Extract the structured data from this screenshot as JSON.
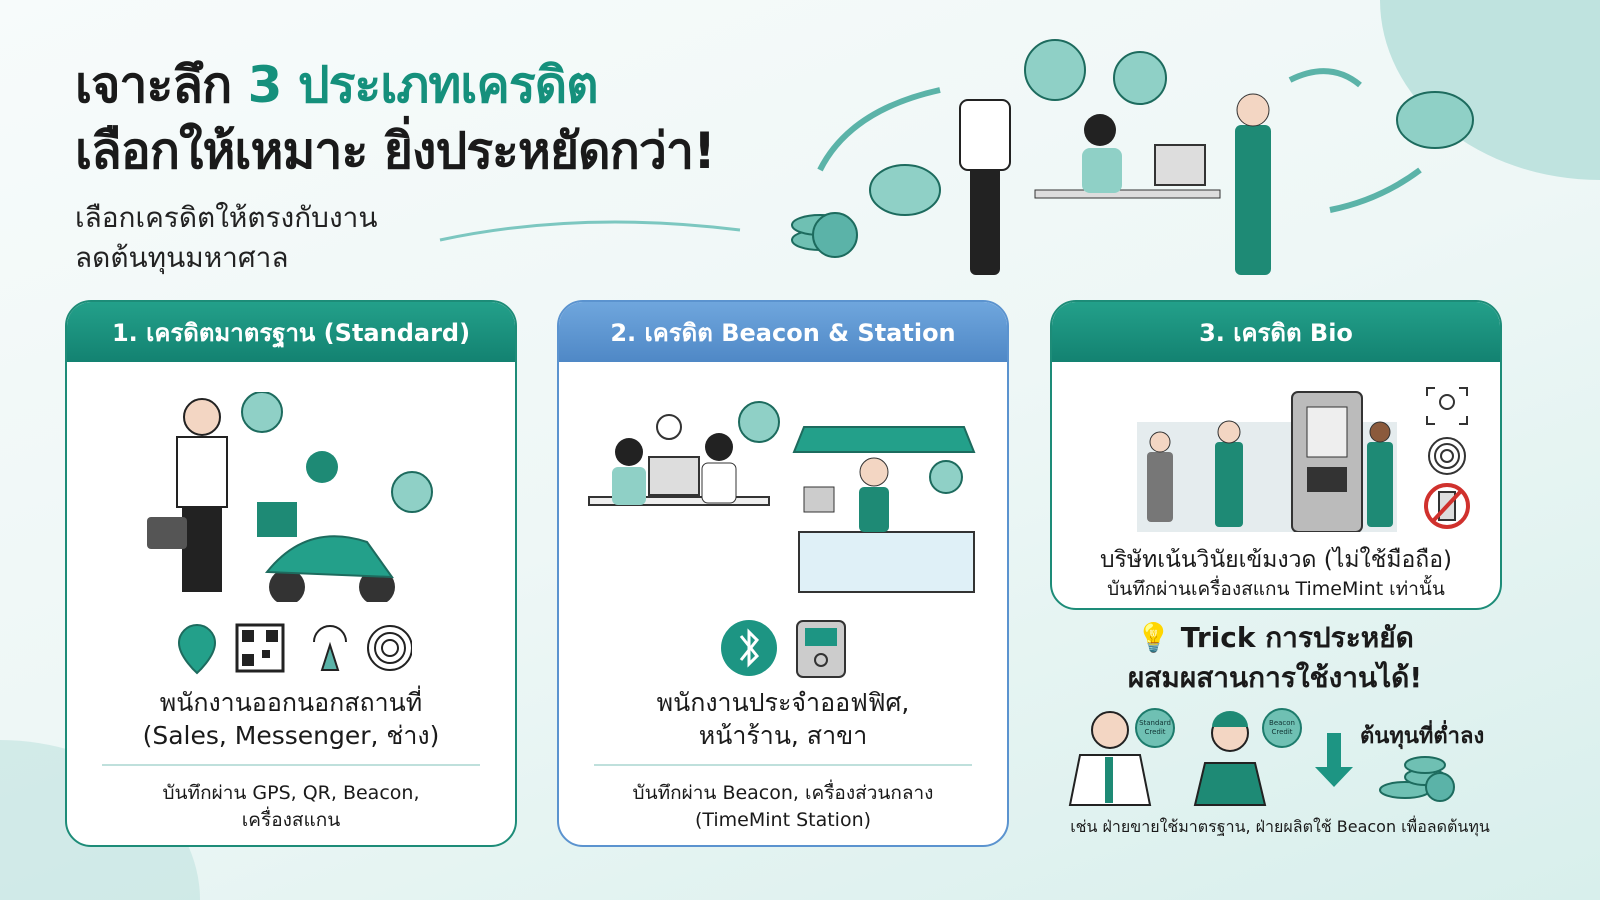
{
  "header": {
    "title_part1": "เจาะลึก ",
    "title_accent": "3 ประเภทเครดิต",
    "title_line2": "เลือกให้เหมาะ ยิ่งประหยัดกว่า!",
    "subtitle_line1": "เลือกเครดิตให้ตรงกับงาน",
    "subtitle_line2": "ลดต้นทุนมหาศาล"
  },
  "cards": [
    {
      "title": "1. เครดิตมาตรฐาน (Standard)",
      "who_line1": "พนักงานออกนอกสถานที่",
      "who_line2": "(Sales, Messenger, ช่าง)",
      "how_line1": "บันทึกผ่าน GPS, QR, Beacon,",
      "how_line2": "เครื่องสแกน",
      "icons": [
        "location-pin-icon",
        "qr-code-icon",
        "beacon-icon",
        "fingerprint-icon"
      ]
    },
    {
      "title": "2. เครดิต Beacon & Station",
      "who_line1": "พนักงานประจำออฟฟิศ,",
      "who_line2": "หน้าร้าน, สาขา",
      "how_line1": "บันทึกผ่าน Beacon, เครื่องส่วนกลาง",
      "how_line2": "(TimeMint Station)",
      "icons": [
        "bluetooth-icon",
        "station-device-icon"
      ]
    },
    {
      "title": "3. เครดิต Bio",
      "who_line1": "บริษัทเน้นวินัยเข้มงวด (ไม่ใช้มือถือ)",
      "how_line1": "บันทึกผ่านเครื่องสแกน TimeMint เท่านั้น",
      "icons": [
        "face-scan-icon",
        "fingerprint-icon",
        "no-phone-icon"
      ]
    }
  ],
  "trick": {
    "line1": "Trick การประหยัด",
    "line2": "ผสมผสานการใช้งานได้!",
    "badge_standard": "Standard Credit",
    "badge_beacon": "Beacon Credit",
    "cost_label": "ต้นทุนที่ต่ำลง",
    "note": "เช่น ฝ่ายขายใช้มาตรฐาน, ฝ่ายผลิตใช้ Beacon เพื่อลดต้นทุน"
  },
  "colors": {
    "teal": "#15907c",
    "blue": "#5b93cf",
    "mint": "#6fc0b3"
  }
}
